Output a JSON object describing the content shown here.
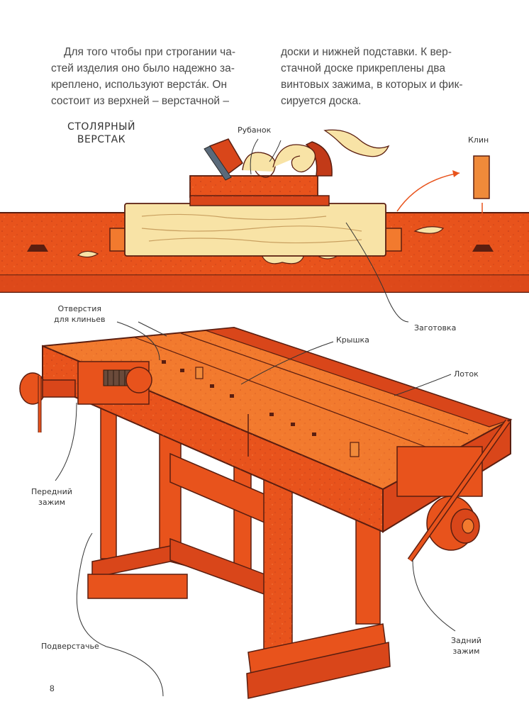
{
  "paragraph_left": [
    "Для того чтобы при строгании ча-",
    "стей изделия оно было надежно за-",
    "креплено, используют верста́к. Он",
    "состоит из верхней – верстачной –"
  ],
  "paragraph_right": [
    "доски и нижней подставки. К вер-",
    "стачной доске прикреплены два",
    "винтовых зажима, в которых и фик-",
    "сируется доска."
  ],
  "title_lines": [
    "СТОЛЯРНЫЙ",
    "ВЕРСТАК"
  ],
  "labels": {
    "plane": "Рубанок",
    "wedge": "Клин",
    "workpiece": "Заготовка",
    "holes_line1": "Отверстия",
    "holes_line2": "для клиньев",
    "top": "Крышка",
    "tray": "Лоток",
    "front_vise_line1": "Передний",
    "front_vise_line2": "зажим",
    "base": "Подверстачье",
    "rear_vise_line1": "Задний",
    "rear_vise_line2": "зажим"
  },
  "page_number": "8",
  "colors": {
    "wood_main": "#E8531C",
    "wood_dark": "#B8391A",
    "wood_light": "#F27A2E",
    "workpiece": "#F8E3A6",
    "outline": "#5A1E10",
    "wedge": "#F08A3A"
  }
}
